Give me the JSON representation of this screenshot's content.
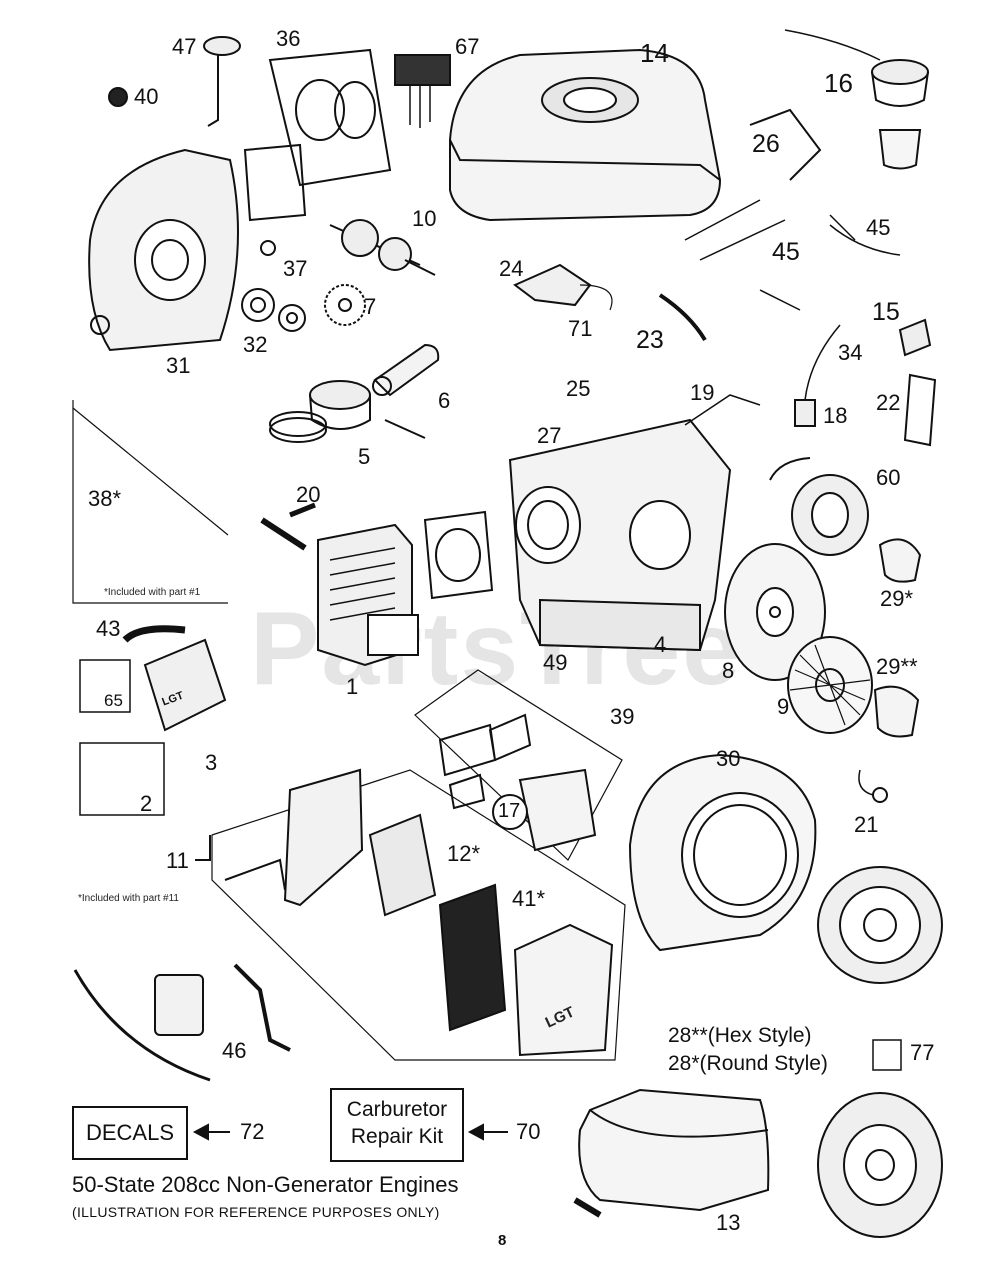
{
  "callouts": {
    "c1": "1",
    "c2": "2",
    "c3": "3",
    "c4": "4",
    "c5": "5",
    "c6": "6",
    "c7": "7",
    "c8": "8",
    "c9": "9",
    "c10": "10",
    "c11": "11",
    "c12": "12*",
    "c13": "13",
    "c14": "14",
    "c15": "15",
    "c16": "16",
    "c17": "17",
    "c18": "18",
    "c19": "19",
    "c20": "20",
    "c21": "21",
    "c22": "22",
    "c23": "23",
    "c24": "24",
    "c25": "25",
    "c26": "26",
    "c27": "27",
    "c29a": "29*",
    "c29b": "29**",
    "c30": "30",
    "c31": "31",
    "c32": "32",
    "c34": "34",
    "c36": "36",
    "c37": "37",
    "c38": "38*",
    "c39": "39",
    "c40": "40",
    "c41": "41*",
    "c43": "43",
    "c45a": "45",
    "c45b": "45",
    "c46": "46",
    "c47": "47",
    "c49": "49",
    "c60": "60",
    "c65": "65",
    "c67": "67",
    "c70": "70",
    "c71": "71",
    "c72": "72",
    "c77": "77"
  },
  "notes": {
    "included_part_1": "*Included with part #1",
    "included_part_11": "*Included with part #11"
  },
  "labels": {
    "decals": "DECALS",
    "carb_kit_line1": "Carburetor",
    "carb_kit_line2": "Repair Kit",
    "hex_style": "28**(Hex Style)",
    "round_style": "28*(Round Style)",
    "muffler_logo": "LGT",
    "air_cover_logo": "LGT"
  },
  "footer": {
    "title": "50-State 208cc Non-Generator Engines",
    "subtitle": "(ILLUSTRATION FOR REFERENCE PURPOSES ONLY)",
    "page_number": "8"
  },
  "watermark": "PartsTree"
}
